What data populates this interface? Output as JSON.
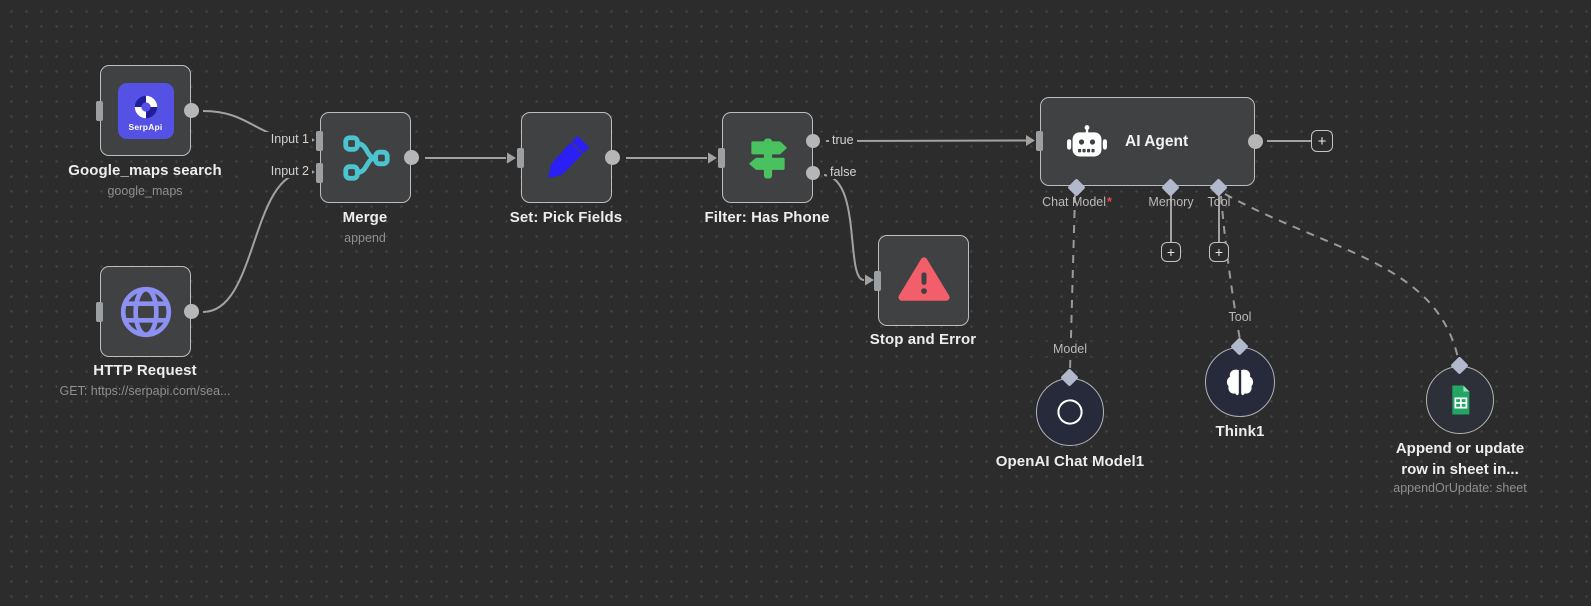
{
  "colors": {
    "background": "#2c2c2c",
    "node_fill": "#3f4143",
    "node_border": "#bdbdbd",
    "edge": "#a2a2a2",
    "title_text": "#ededed",
    "subtitle_text": "#8f8f8f",
    "port_label_text": "#b9b9b9",
    "required_asterisk": "#e8494f",
    "serpapi_purple": "#5551e5",
    "http_purple": "#8d90f3",
    "merge_teal": "#4cc4cf",
    "set_blue": "#2a20f5",
    "filter_green": "#49c25f",
    "error_red": "#f25f6b",
    "openai_circle_fill": "#262a3b",
    "sheets_green": "#23a566",
    "diamond_fill": "#b3b9cc"
  },
  "nodes": {
    "google_maps_search": {
      "title": "Google_maps search",
      "subtitle": "google_maps",
      "icon_label": "SerpApi"
    },
    "http_request": {
      "title": "HTTP Request",
      "subtitle": "GET: https://serpapi.com/sea..."
    },
    "merge": {
      "title": "Merge",
      "subtitle": "append",
      "input_labels": [
        "Input 1",
        "Input 2"
      ]
    },
    "set_pick_fields": {
      "title": "Set: Pick Fields"
    },
    "filter_has_phone": {
      "title": "Filter: Has Phone",
      "output_labels": [
        "true",
        "false"
      ]
    },
    "stop_and_error": {
      "title": "Stop and Error"
    },
    "ai_agent": {
      "title": "AI Agent",
      "ports": {
        "chat_model": "Chat Model",
        "required_marker": "*",
        "memory": "Memory",
        "tool": "Tool"
      }
    },
    "openai_chat_model": {
      "title": "OpenAI Chat Model1",
      "port_label": "Model"
    },
    "think": {
      "title": "Think1",
      "port_label": "Tool"
    },
    "google_sheets": {
      "title_line1": "Append or update",
      "title_line2": "row in sheet in...",
      "subtitle": "appendOrUpdate: sheet"
    }
  },
  "ui": {
    "plus": "+"
  }
}
